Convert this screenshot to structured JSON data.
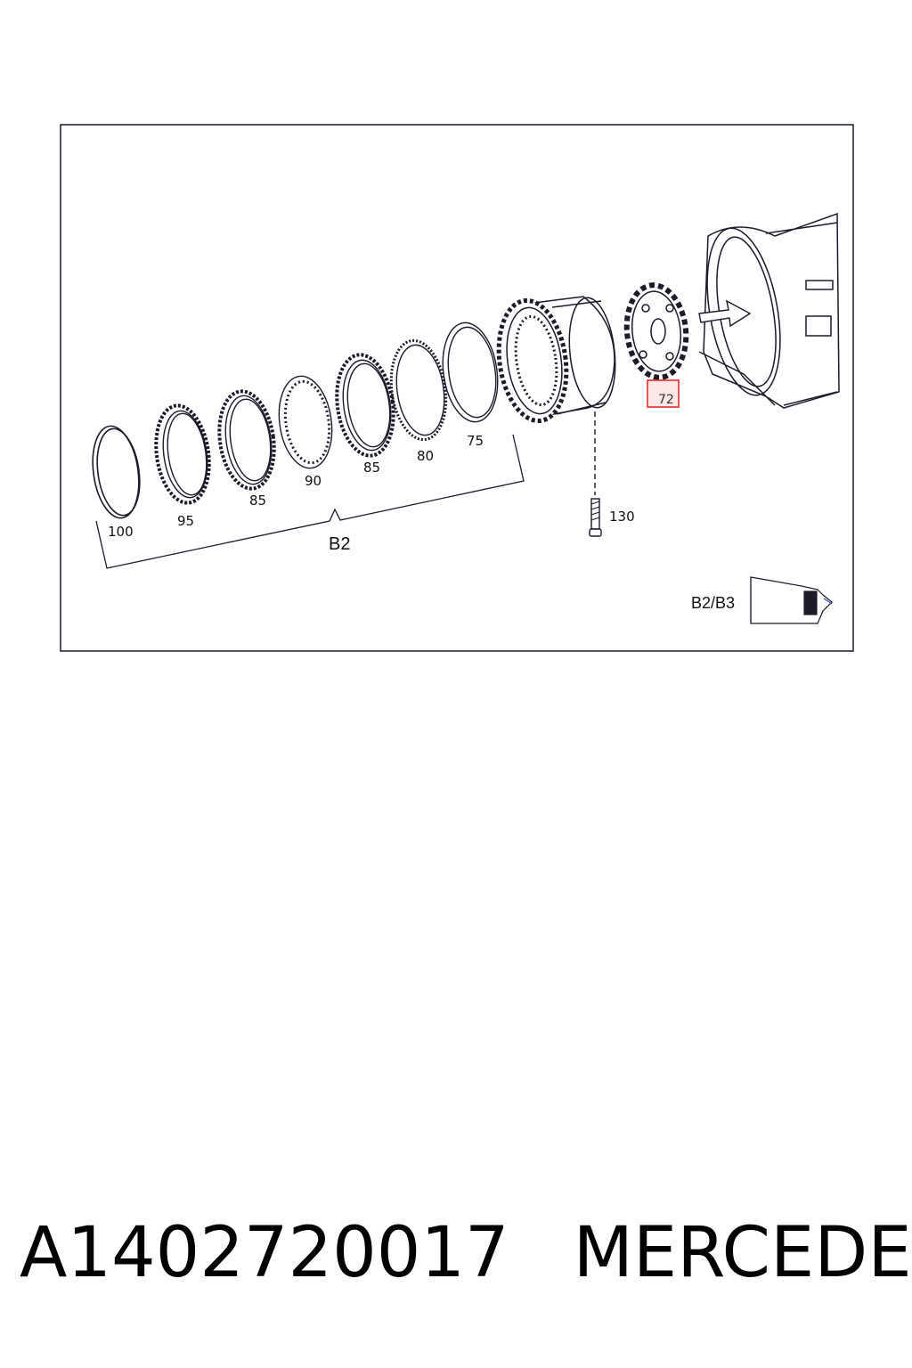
{
  "diagram": {
    "callouts": [
      "100",
      "95",
      "85",
      "90",
      "85",
      "80",
      "75",
      "130"
    ],
    "highlighted_callout": "72",
    "group_label": "B2",
    "location_label": "B2/B3",
    "highlight_color": "#e0302f",
    "line_color": "#1b1b2a"
  },
  "caption": {
    "part_number": "A1402720017",
    "brand": "MERCEDES"
  }
}
